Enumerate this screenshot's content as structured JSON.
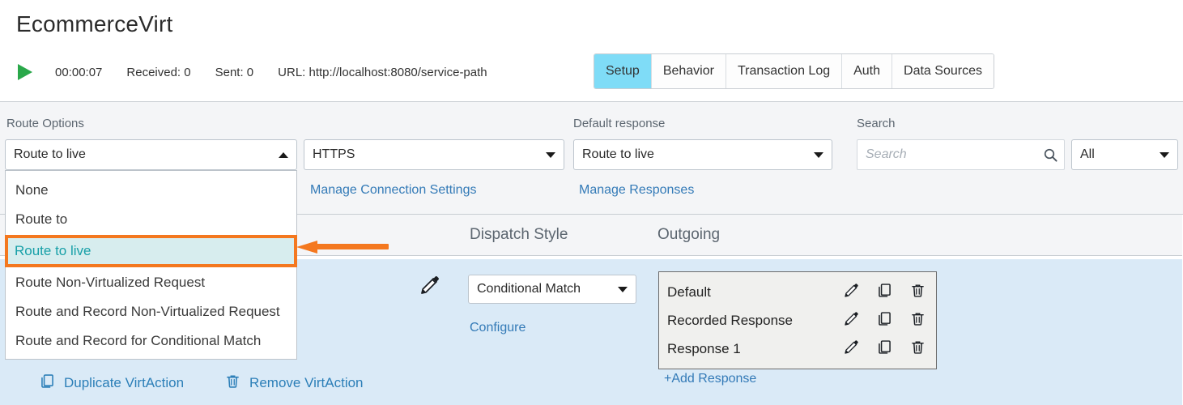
{
  "header": {
    "title": "EcommerceVirt",
    "play_icon": "play-icon",
    "timer": "00:00:07",
    "received": "Received: 0",
    "sent": "Sent: 0",
    "url": "URL: http://localhost:8080/service-path"
  },
  "tabs": [
    {
      "label": "Setup",
      "active": true
    },
    {
      "label": "Behavior",
      "active": false
    },
    {
      "label": "Transaction Log",
      "active": false
    },
    {
      "label": "Auth",
      "active": false
    },
    {
      "label": "Data Sources",
      "active": false
    }
  ],
  "options": {
    "route_options_label": "Route Options",
    "route_options_value": "Route to live",
    "protocol_value": "HTTPS",
    "default_response_label": "Default response",
    "default_response_value": "Route to live",
    "manage_connection_settings": "Manage Connection Settings",
    "manage_responses": "Manage Responses",
    "search_label": "Search",
    "search_placeholder": "Search",
    "search_value": "",
    "search_filter_value": "All"
  },
  "route_dropdown": {
    "open": true,
    "items": [
      {
        "label": "None",
        "selected": false
      },
      {
        "label": "Route to",
        "selected": false
      },
      {
        "label": "Route to live",
        "selected": true
      },
      {
        "label": "Route Non-Virtualized Request",
        "selected": false
      },
      {
        "label": "Route and Record Non-Virtualized Request",
        "selected": false
      },
      {
        "label": "Route and Record for Conditional Match",
        "selected": false
      }
    ]
  },
  "table": {
    "columns": [
      "Dispatch Style",
      "Outgoing"
    ],
    "row": {
      "edit_icon": "pencil-icon",
      "dispatch_style_value": "Conditional Match",
      "configure_link": "Configure",
      "responses": [
        {
          "name": "Default"
        },
        {
          "name": "Recorded Response"
        },
        {
          "name": "Response 1"
        }
      ],
      "add_response_link": "+Add Response"
    }
  },
  "bottom_actions": [
    {
      "label": "Duplicate VirtAction",
      "icon": "copy-icon"
    },
    {
      "label": "Remove VirtAction",
      "icon": "trash-icon"
    }
  ],
  "colors": {
    "accent_tab": "#7fdcf7",
    "link": "#337ab7",
    "highlight_border": "#f4781f",
    "selected_row": "#daeaf7",
    "play_green": "#2aa84a",
    "selected_option_text": "#18a0a8"
  }
}
